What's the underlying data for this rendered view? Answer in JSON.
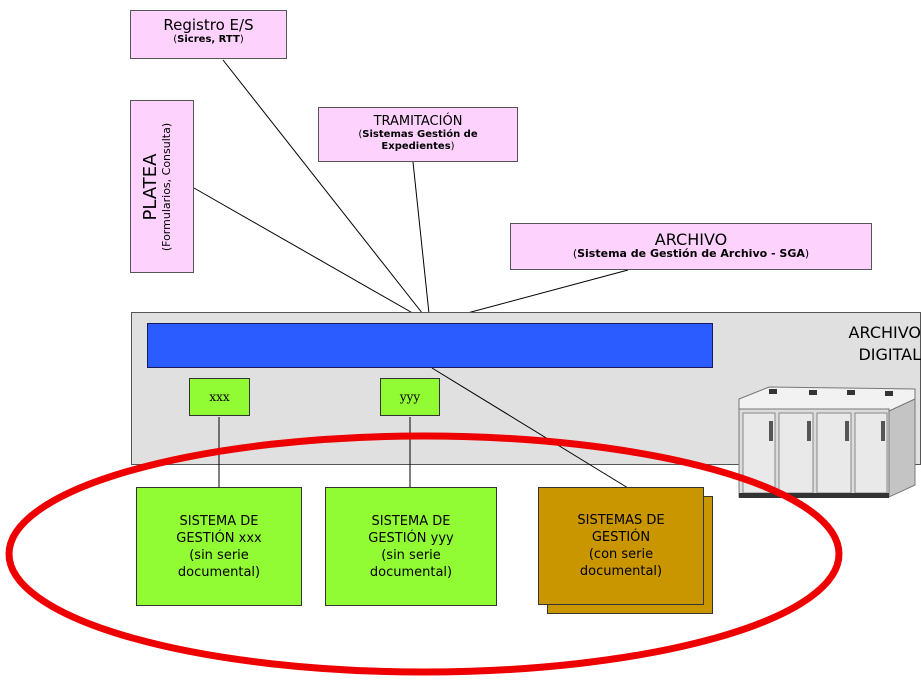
{
  "registro": {
    "title": "Registro E/S",
    "sub_open": "(",
    "sub_bold": "Sicres, RTT",
    "sub_close": ")"
  },
  "platea": {
    "title": "PLATEA",
    "sub": "(Formularios, Consulta)"
  },
  "tramitacion": {
    "title": "TRAMITACIÓN",
    "sub_open": "(",
    "sub_bold_1": "Sistemas Gestión de",
    "sub_bold_2": "Expedientes",
    "sub_close": ")"
  },
  "archivo": {
    "title": "ARCHIVO",
    "sub_open": "(",
    "sub_bold": "Sistema de Gestión de Archivo - SGA",
    "sub_close": ")"
  },
  "archivo_digital": {
    "line1": "ARCHIVO",
    "line2": "DIGITAL"
  },
  "tags": {
    "xxx": "xxx",
    "yyy": "yyy"
  },
  "systems": [
    {
      "line1": "SISTEMA DE",
      "line2": "GESTIÓN xxx",
      "line3": "(sin serie",
      "line4": "documental)"
    },
    {
      "line1": "SISTEMA DE",
      "line2": "GESTIÓN yyy",
      "line3": "(sin serie",
      "line4": "documental)"
    },
    {
      "line1": "SISTEMAS DE",
      "line2": "GESTIÓN",
      "line3": "(con serie",
      "line4": "documental)"
    }
  ],
  "colors": {
    "pink_box": "#fdd3fd",
    "blue_bar": "#2a5cff",
    "grey_panel": "#e0e0e0",
    "green_box": "#91fb34",
    "gold_box": "#c99600",
    "ellipse": "#ee0000"
  },
  "icons": {
    "server": "server-cabinet-icon"
  }
}
